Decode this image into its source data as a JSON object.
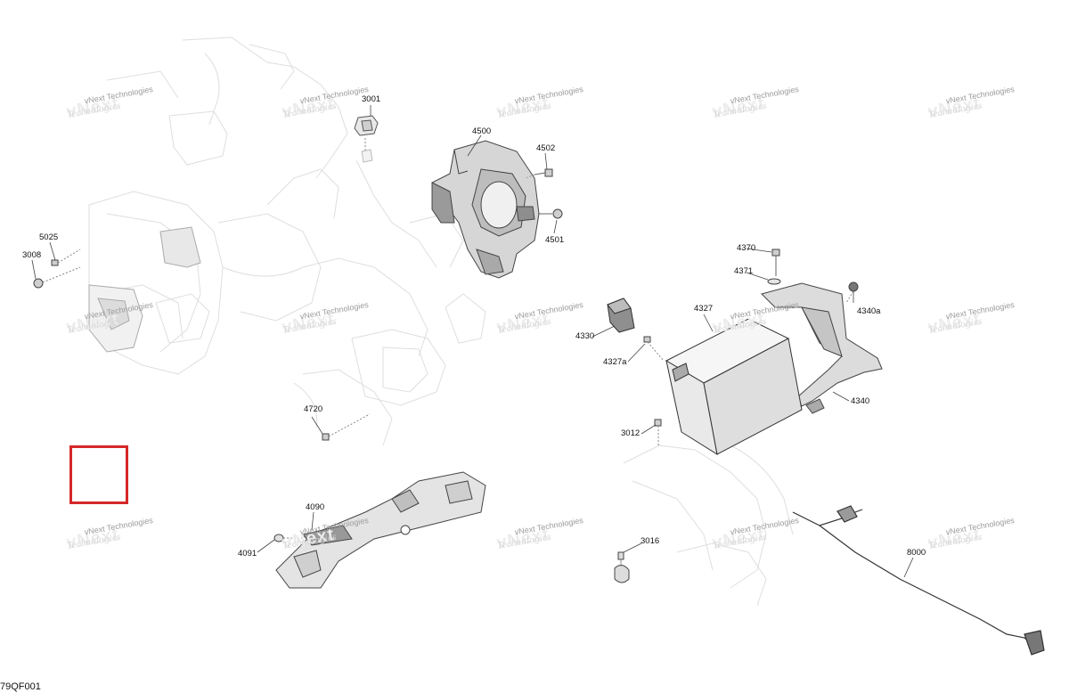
{
  "diagram": {
    "figure_code": "79QF001",
    "watermark": {
      "line_top": "vNext Technologies",
      "line_bottom": "Technologies"
    },
    "callouts": [
      {
        "id": "3001",
        "label": "3001"
      },
      {
        "id": "4500",
        "label": "4500"
      },
      {
        "id": "4502",
        "label": "4502"
      },
      {
        "id": "4501",
        "label": "4501"
      },
      {
        "id": "5025",
        "label": "5025"
      },
      {
        "id": "3008",
        "label": "3008"
      },
      {
        "id": "4370",
        "label": "4370"
      },
      {
        "id": "4371",
        "label": "4371"
      },
      {
        "id": "4340a",
        "label": "4340a"
      },
      {
        "id": "4327",
        "label": "4327"
      },
      {
        "id": "4330",
        "label": "4330"
      },
      {
        "id": "4327a",
        "label": "4327a"
      },
      {
        "id": "4340",
        "label": "4340"
      },
      {
        "id": "3012",
        "label": "3012"
      },
      {
        "id": "4720",
        "label": "4720"
      },
      {
        "id": "4090",
        "label": "4090"
      },
      {
        "id": "4091",
        "label": "4091"
      },
      {
        "id": "3016",
        "label": "3016"
      },
      {
        "id": "8000",
        "label": "8000"
      }
    ],
    "hotspot": {
      "color": "#d62828"
    }
  }
}
